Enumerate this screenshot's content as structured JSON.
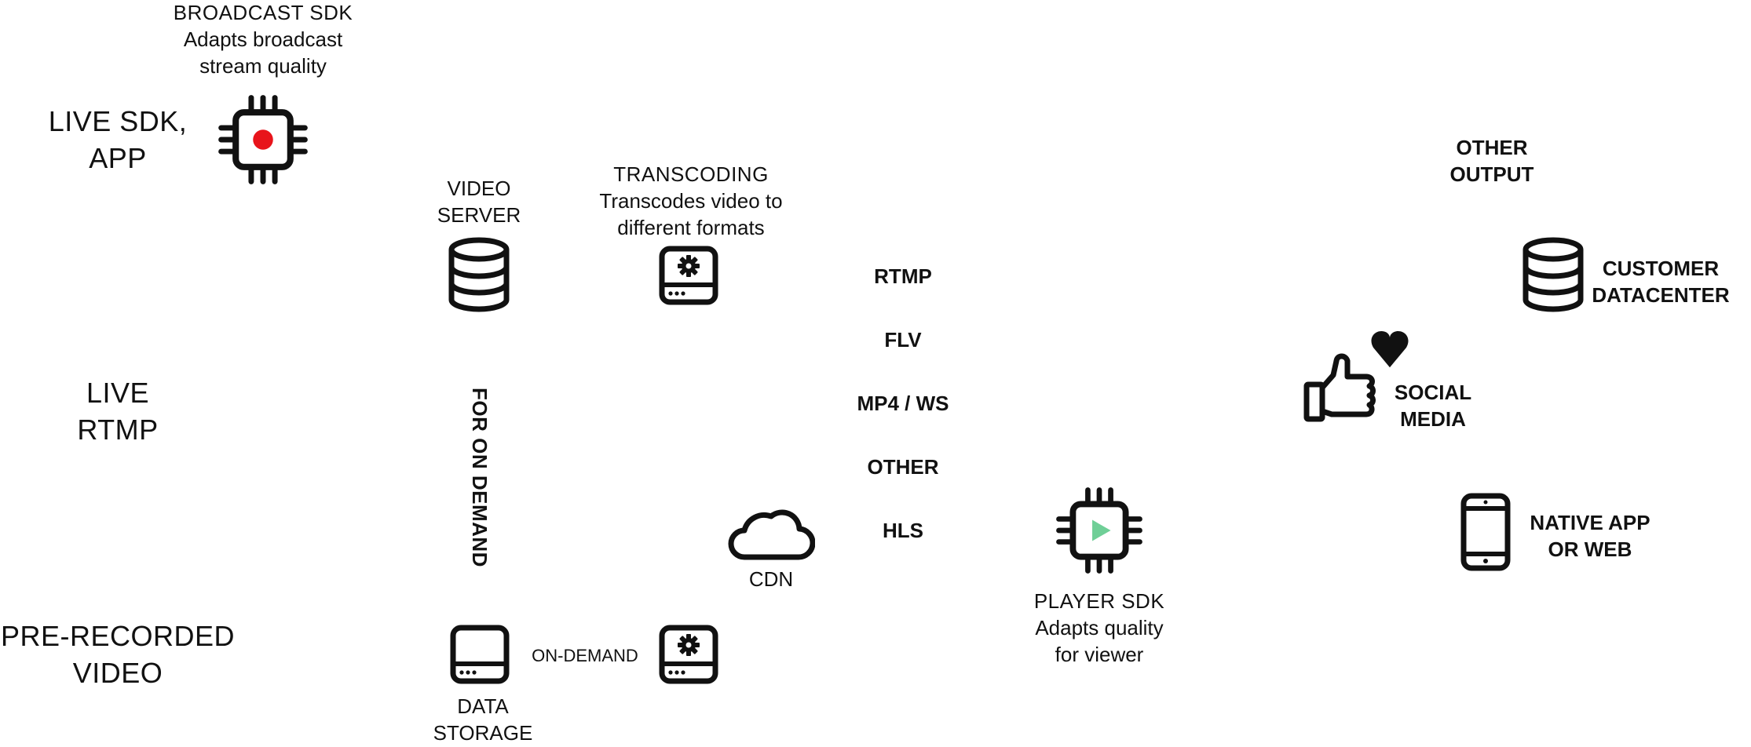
{
  "sources": {
    "live_sdk": [
      "LIVE SDK,",
      "APP"
    ],
    "live_rtmp": [
      "LIVE",
      "RTMP"
    ],
    "prerecorded": [
      "PRE-RECORDED",
      "VIDEO"
    ]
  },
  "broadcast_sdk": {
    "title": "BROADCAST SDK",
    "desc": [
      "Adapts broadcast",
      "stream quality"
    ]
  },
  "video_server": {
    "title": [
      "VIDEO",
      "SERVER"
    ]
  },
  "transcoding": {
    "title": "TRANSCODING",
    "desc": [
      "Transcodes video to",
      "different formats"
    ]
  },
  "for_on_demand": "FOR ON DEMAND",
  "data_storage": {
    "title": [
      "DATA",
      "STORAGE"
    ]
  },
  "on_demand": "ON-DEMAND",
  "cdn": "CDN",
  "formats": [
    "RTMP",
    "FLV",
    "MP4 / WS",
    "OTHER",
    "HLS"
  ],
  "player_sdk": {
    "title": "PLAYER SDK",
    "desc": [
      "Adapts quality",
      "for viewer"
    ]
  },
  "other_output": [
    "OTHER",
    "OUTPUT"
  ],
  "customer_datacenter": [
    "CUSTOMER",
    "DATACENTER"
  ],
  "social_media": [
    "SOCIAL",
    "MEDIA"
  ],
  "native_app": [
    "NATIVE APP",
    "OR WEB"
  ],
  "colors": {
    "ink": "#111111",
    "record_dot": "#e8141b",
    "play_triangle": "#6fcf97"
  },
  "icons": {
    "broadcast": "chip-record-icon",
    "server": "database-icon",
    "transcoder": "gear-drive-icon",
    "storage": "hard-drive-icon",
    "cdn": "cloud-icon",
    "player": "chip-play-icon",
    "datacenter": "database-icon",
    "social": "thumbs-up-heart-icon",
    "app": "smartphone-icon"
  }
}
